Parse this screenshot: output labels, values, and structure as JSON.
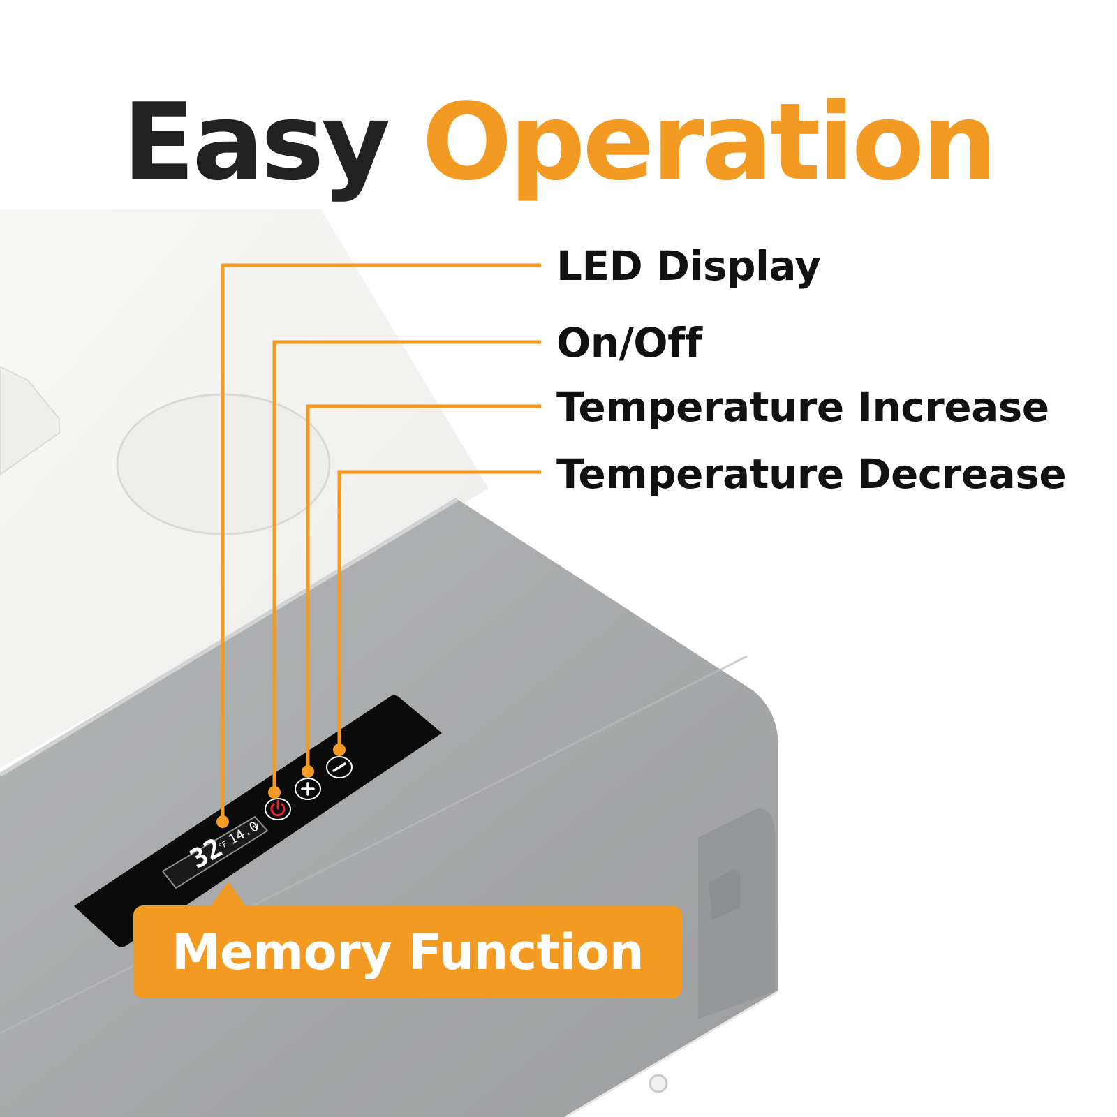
{
  "headline": {
    "word1": "Easy",
    "word2": "Operation"
  },
  "callouts": {
    "led_display": "LED Display",
    "on_off": "On/Off",
    "temp_increase": "Temperature Increase",
    "temp_decrease": "Temperature Decrease"
  },
  "display": {
    "temperature": "32",
    "unit": "°F",
    "voltage": "14.0",
    "voltage_unit": "V"
  },
  "badge": {
    "text": "Memory Function"
  },
  "colors": {
    "accent": "#f29a22",
    "dark_text": "#222222",
    "lid_gray": "#a3a4a5",
    "body_white": "#f4f4f2",
    "panel_black": "#0b0b0b",
    "power_red": "#e8232f"
  },
  "icons": {
    "power": "power-icon",
    "plus": "plus-icon",
    "minus": "minus-icon"
  }
}
